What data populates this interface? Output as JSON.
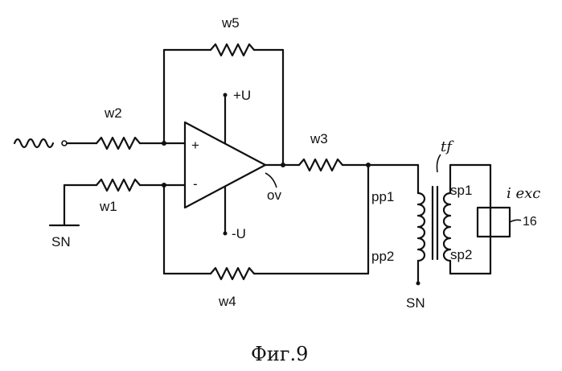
{
  "labels": {
    "w1": "w1",
    "w2": "w2",
    "w3": "w3",
    "w4": "w4",
    "w5": "w5",
    "plus_u": "+U",
    "minus_u": "-U",
    "plus_input": "+",
    "minus_input": "-",
    "ov": "ov",
    "sn_left": "SN",
    "sn_bottom": "SN",
    "pp1": "pp1",
    "pp2": "pp2",
    "sp1": "sp1",
    "sp2": "sp2",
    "tf": "tf",
    "iexc": "i exc",
    "block16": "16"
  },
  "caption": "Фиг.9"
}
